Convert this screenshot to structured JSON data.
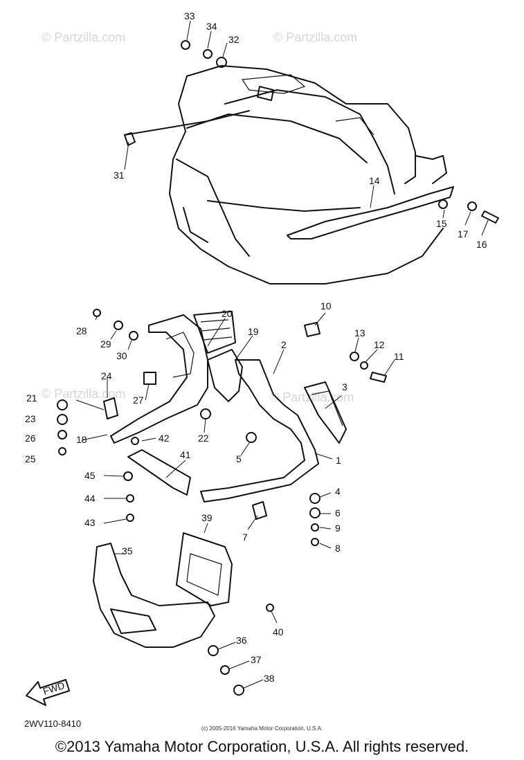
{
  "watermark": "© Partzilla.com",
  "callouts": [
    "1",
    "2",
    "3",
    "4",
    "5",
    "6",
    "7",
    "8",
    "9",
    "10",
    "11",
    "12",
    "13",
    "14",
    "15",
    "16",
    "17",
    "18",
    "19",
    "20",
    "21",
    "22",
    "23",
    "24",
    "25",
    "26",
    "27",
    "28",
    "29",
    "30",
    "31",
    "32",
    "33",
    "34",
    "35",
    "36",
    "37",
    "38",
    "39",
    "40",
    "41",
    "42",
    "43",
    "44",
    "45"
  ],
  "arrow_label": "FWD",
  "diagram_code": "2WV110-8410",
  "copyright_small": "(c) 2005-2016 Yamaha Motor Corporation, U.S.A.",
  "copyright_main": "©2013 Yamaha Motor Corporation, U.S.A. All rights reserved."
}
